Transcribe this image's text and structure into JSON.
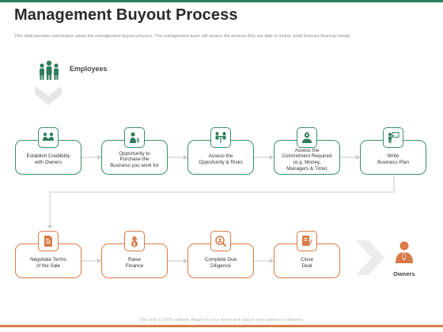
{
  "page": {
    "title": "Management Buyout Process",
    "subtitle": "This slide provides information about the management buyout process. The management team will assess the amount they are able to invest, build forecast financial model."
  },
  "start": {
    "label": "Employees",
    "icon": "people-group-icon"
  },
  "end": {
    "label": "Owners",
    "icon": "businessman-icon"
  },
  "steps_row1": [
    {
      "label": "Establish Credibility\nwith Owners",
      "icon": "handshake-people-icon"
    },
    {
      "label": "Opportunity to\nPurchase the\nBusiness you work for",
      "icon": "person-dollar-icon"
    },
    {
      "label": "Assess the\nOpportunity & Risks",
      "icon": "people-meeting-icon"
    },
    {
      "label": "Assess the\nCommitment Required\n(e.g. Money,\nManagers & Time)",
      "icon": "person-gear-icon"
    },
    {
      "label": "Write\nBusiness Plan",
      "icon": "presenter-board-icon"
    }
  ],
  "steps_row2": [
    {
      "label": "Negotiate Terms\nof the Sale",
      "icon": "document-dollar-icon"
    },
    {
      "label": "Raise\nFinance",
      "icon": "coin-growth-icon"
    },
    {
      "label": "Complete Due\nDiligence",
      "icon": "magnifier-people-icon"
    },
    {
      "label": "Close\nDeal",
      "icon": "document-sign-icon"
    }
  ],
  "footer": {
    "text": "This slide is 100% editable. Adapt it to your needs and capture your audience's attention."
  },
  "colors": {
    "green": "#3a8f68",
    "orange": "#d97a47",
    "dark_green": "#2f7d5b",
    "connector": "#c8c8c8"
  }
}
